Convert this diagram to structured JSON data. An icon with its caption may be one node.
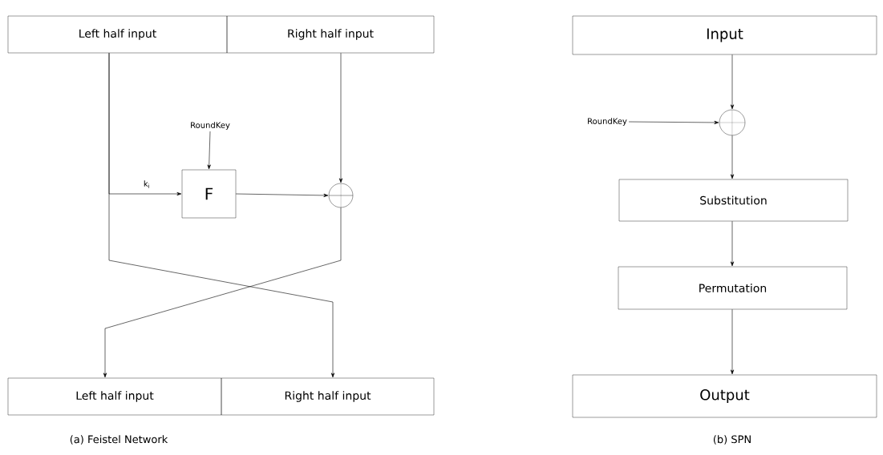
{
  "diagram": {
    "nodes": [
      {
        "text": [
          "Left half input"
        ]
      },
      {
        "text": [
          "Right half input"
        ]
      },
      {
        "text": [
          "RoundKey"
        ]
      },
      {
        "text": [
          "F"
        ]
      },
      {
        "text": [],
        "shape": "circle"
      },
      {
        "text": [
          "Left half input"
        ]
      },
      {
        "text": [
          "Right half input"
        ]
      },
      {
        "text": [
          "Input"
        ]
      },
      {
        "text": [
          "RoundKey"
        ]
      },
      {
        "text": [],
        "shape": "circle"
      },
      {
        "text": [
          "Substitution"
        ]
      },
      {
        "text": [
          "Permutation"
        ]
      },
      {
        "text": [
          "Output"
        ]
      }
    ],
    "edges": [
      {
        "from": 0,
        "to": 3,
        "arrow": "to",
        "label": "k$_{i}$"
      },
      {
        "from": 0,
        "to": 6,
        "arrow": "to"
      },
      {
        "from": 2,
        "to": 3,
        "arrow": "to"
      },
      {
        "from": 3,
        "to": 4,
        "arrow": "to"
      },
      {
        "from": 1,
        "to": 4,
        "arrow": "to"
      },
      {
        "from": 4,
        "to": 5,
        "arrow": "to"
      },
      {
        "from": 7,
        "to": 9,
        "arrow": "to"
      },
      {
        "from": 8,
        "to": 9,
        "arrow": "to"
      },
      {
        "from": 9,
        "to": 10,
        "arrow": "to"
      },
      {
        "from": 10,
        "to": 11,
        "arrow": "to"
      },
      {
        "from": 11,
        "to": 12,
        "arrow": "to"
      }
    ],
    "labels": [
      "(a) Feistel Network",
      "(b) SPN"
    ]
  }
}
